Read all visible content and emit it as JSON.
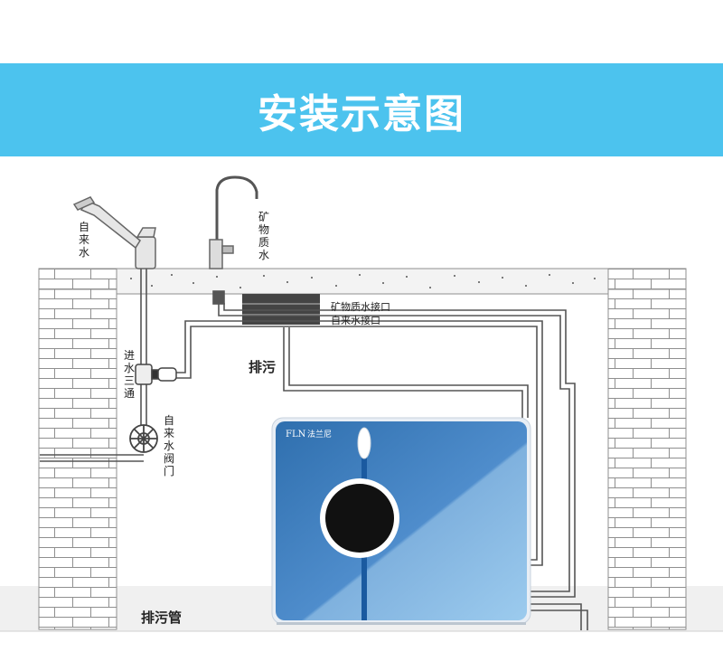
{
  "banner": {
    "title": "安装示意图",
    "color": "#4cc3ee"
  },
  "labels": {
    "tap_water": "自来水",
    "mineral_water": "矿物质水",
    "mineral_port": "矿物质水接口",
    "tap_port": "自来水接口",
    "drain": "排污",
    "inlet_tee": "进水三通",
    "tap_valve": "自来水阀门",
    "drain_pipe": "排污管"
  },
  "device": {
    "brand": "FLN",
    "brand_cn": "法兰尼",
    "panel_colors": [
      "#2f6fae",
      "#8ec1e6"
    ],
    "display_color": "#111111"
  },
  "colors": {
    "wall": "#8f8f8f",
    "pipe": "#555555",
    "floor": "#efefef"
  }
}
